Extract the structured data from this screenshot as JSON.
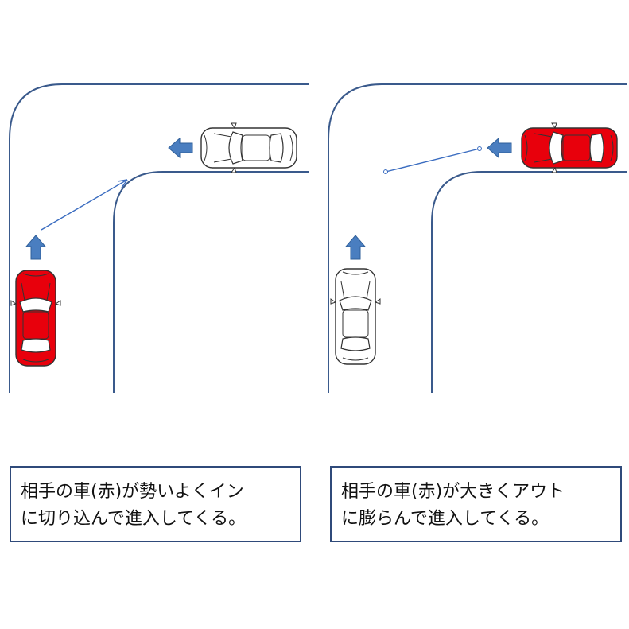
{
  "panels": [
    {
      "caption": {
        "line1": "相手の車(赤)が勢いよくイン",
        "line2": "に切り込んで進入してくる。"
      }
    },
    {
      "caption": {
        "line1": "相手の車(赤)が大きくアウト",
        "line2": "に膨らんで進入してくる。"
      }
    }
  ],
  "colors": {
    "road_line": "#3a5a8c",
    "arrow": "#4a7ec0",
    "path_line": "#3a6cc0",
    "opponent_car": "#e8000c",
    "own_car": "#ffffff",
    "car_outline": "#333333"
  }
}
